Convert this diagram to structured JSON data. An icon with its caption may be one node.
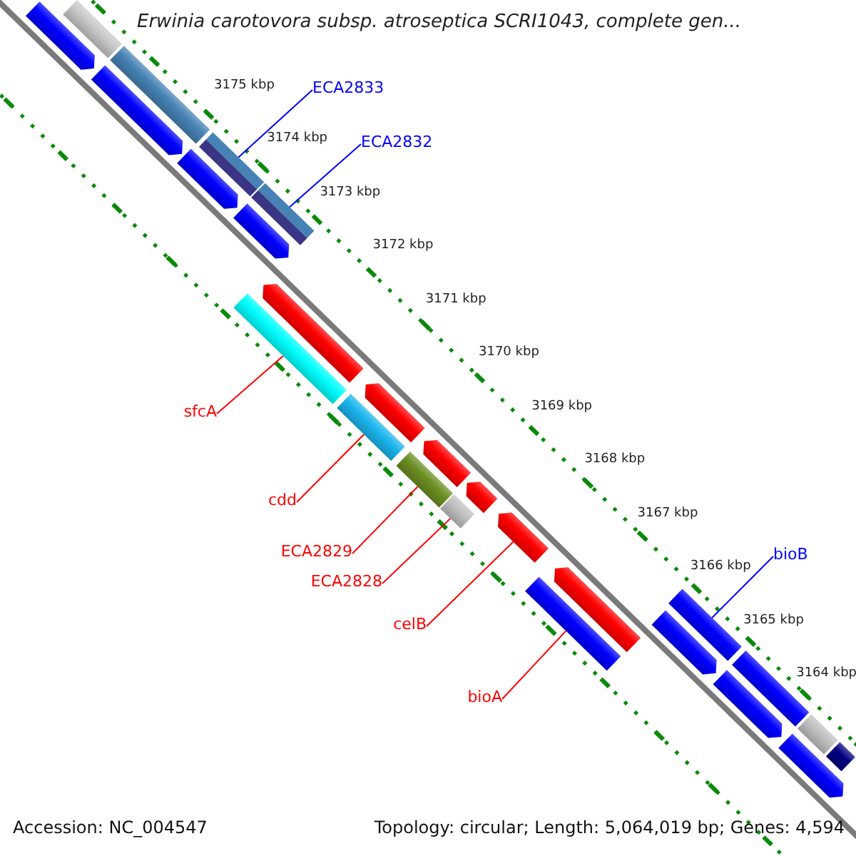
{
  "diagram": {
    "title": "Erwinia carotovora subsp. atroseptica SCRI1043, complete gen...",
    "nodes": [
      {
        "text": [
          "ECA2833"
        ]
      },
      {
        "text": [],
        "shape": "bar"
      },
      {
        "text": [
          "ECA2832"
        ]
      },
      {
        "text": [],
        "shape": "bar"
      },
      {
        "text": [
          "sfcA"
        ]
      },
      {
        "text": [],
        "shape": "bar"
      },
      {
        "text": [
          "cdd"
        ]
      },
      {
        "text": [],
        "shape": "bar"
      },
      {
        "text": [
          "ECA2829"
        ]
      },
      {
        "text": [],
        "shape": "bar"
      },
      {
        "text": [
          "ECA2828"
        ]
      },
      {
        "text": [],
        "shape": "bar"
      },
      {
        "text": [
          "celB"
        ]
      },
      {
        "text": [],
        "shape": "bar"
      },
      {
        "text": [
          "bioA"
        ]
      },
      {
        "text": [],
        "shape": "bar"
      },
      {
        "text": [
          "bioB"
        ]
      },
      {
        "text": [],
        "shape": "bar"
      },
      {
        "text": [],
        "shape": "bar"
      },
      {
        "text": [],
        "shape": "bar"
      },
      {
        "text": [],
        "shape": "bar"
      },
      {
        "text": [],
        "shape": "bar"
      },
      {
        "text": [],
        "shape": "bar"
      },
      {
        "text": [],
        "shape": "bar"
      },
      {
        "text": [],
        "shape": "bar"
      },
      {
        "text": [],
        "shape": "bar"
      },
      {
        "text": [],
        "shape": "bar"
      },
      {
        "text": [],
        "shape": "bar"
      },
      {
        "text": [],
        "shape": "bar"
      },
      {
        "text": [],
        "shape": "bar"
      },
      {
        "text": [],
        "shape": "bar"
      },
      {
        "text": [],
        "shape": "bar"
      },
      {
        "text": [],
        "shape": "bar"
      },
      {
        "text": [],
        "shape": "bar"
      },
      {
        "text": [],
        "shape": "bar"
      }
    ],
    "edges": [
      {
        "from": 0,
        "to": 1,
        "arrow": "none",
        "color": "#0000ff"
      },
      {
        "from": 2,
        "to": 3,
        "arrow": "none",
        "color": "#0000ff"
      },
      {
        "from": 4,
        "to": 5,
        "arrow": "none"
      },
      {
        "from": 6,
        "to": 7,
        "arrow": "none"
      },
      {
        "from": 8,
        "to": 9,
        "arrow": "none"
      },
      {
        "from": 10,
        "to": 11,
        "arrow": "none"
      },
      {
        "from": 12,
        "to": 13,
        "arrow": "none"
      },
      {
        "from": 14,
        "to": 15,
        "arrow": "none"
      },
      {
        "from": 16,
        "to": 17,
        "arrow": "none",
        "color": "#0000ff"
      }
    ],
    "labels": [
      "3175 kbp",
      "3174 kbp",
      "3173 kbp",
      "3172 kbp",
      "3171 kbp",
      "3170 kbp",
      "3169 kbp",
      "3168 kbp",
      "3167 kbp",
      "3166 kbp",
      "3165 kbp",
      "3164 kbp",
      "Accession: NC_004547",
      "Topology: circular; Length: 5,064,019 bp; Genes: 4,594"
    ]
  }
}
